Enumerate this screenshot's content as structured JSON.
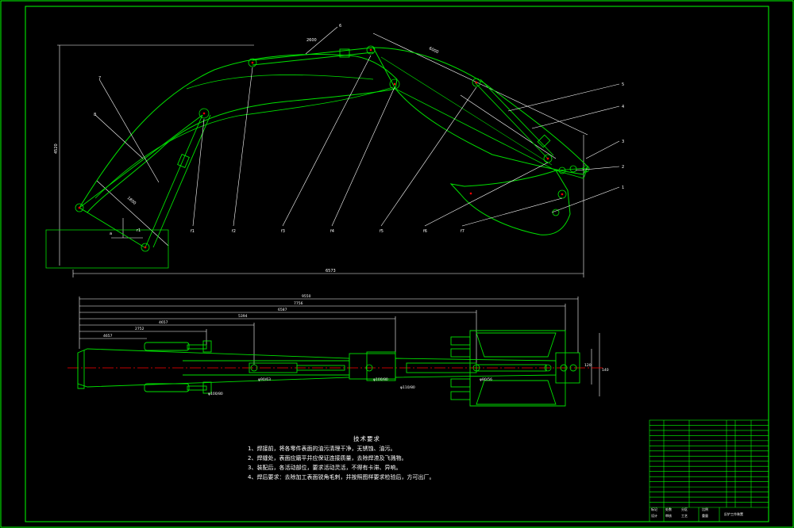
{
  "colors": {
    "background": "#000000",
    "frame": "#00ff00",
    "part_lines": "#00e000",
    "leaders": "#ffffff",
    "centerline": "#ff0000",
    "dimensions": "#ffffff"
  },
  "elevation": {
    "part_numbers": [
      "1",
      "2",
      "3",
      "4",
      "5",
      "6",
      "7",
      "8"
    ],
    "leader_labels": [
      "f1",
      "f2",
      "f3",
      "f4",
      "f5",
      "f6",
      "f7"
    ],
    "dimensions": [
      "4520",
      "6000",
      "2600",
      "1800",
      "6573"
    ],
    "small_labels": [
      "a",
      "r1"
    ]
  },
  "plan": {
    "dimensions": [
      "9550",
      "7756",
      "6587",
      "5394",
      "4657",
      "2752",
      "4657"
    ],
    "side_dimensions": [
      "140",
      "120"
    ],
    "tags": [
      "φ100/80",
      "φ90/63",
      "φ100/80",
      "φ80/56",
      "φ110/80"
    ]
  },
  "notes": {
    "title": "技术要求",
    "items": [
      "1、焊接前，将各零件表面的油污清理干净，无锈蚀、油污。",
      "2、焊缝处，表面应磨平并应保证连接质量，去除焊渣及飞溅物。",
      "3、装配后，各活动部位，要求活动灵活，不得有卡滞、异响。",
      "4、焊后要求：去除加工表面锐角毛刺，并按照图样要求检验后，方可出厂。"
    ]
  },
  "title_block": {
    "rows": 17,
    "footer": [
      "标记",
      "处数",
      "分区",
      "设计",
      "审核",
      "工艺",
      "比例",
      "重量"
    ],
    "drawing_name": "反铲工作装置"
  }
}
